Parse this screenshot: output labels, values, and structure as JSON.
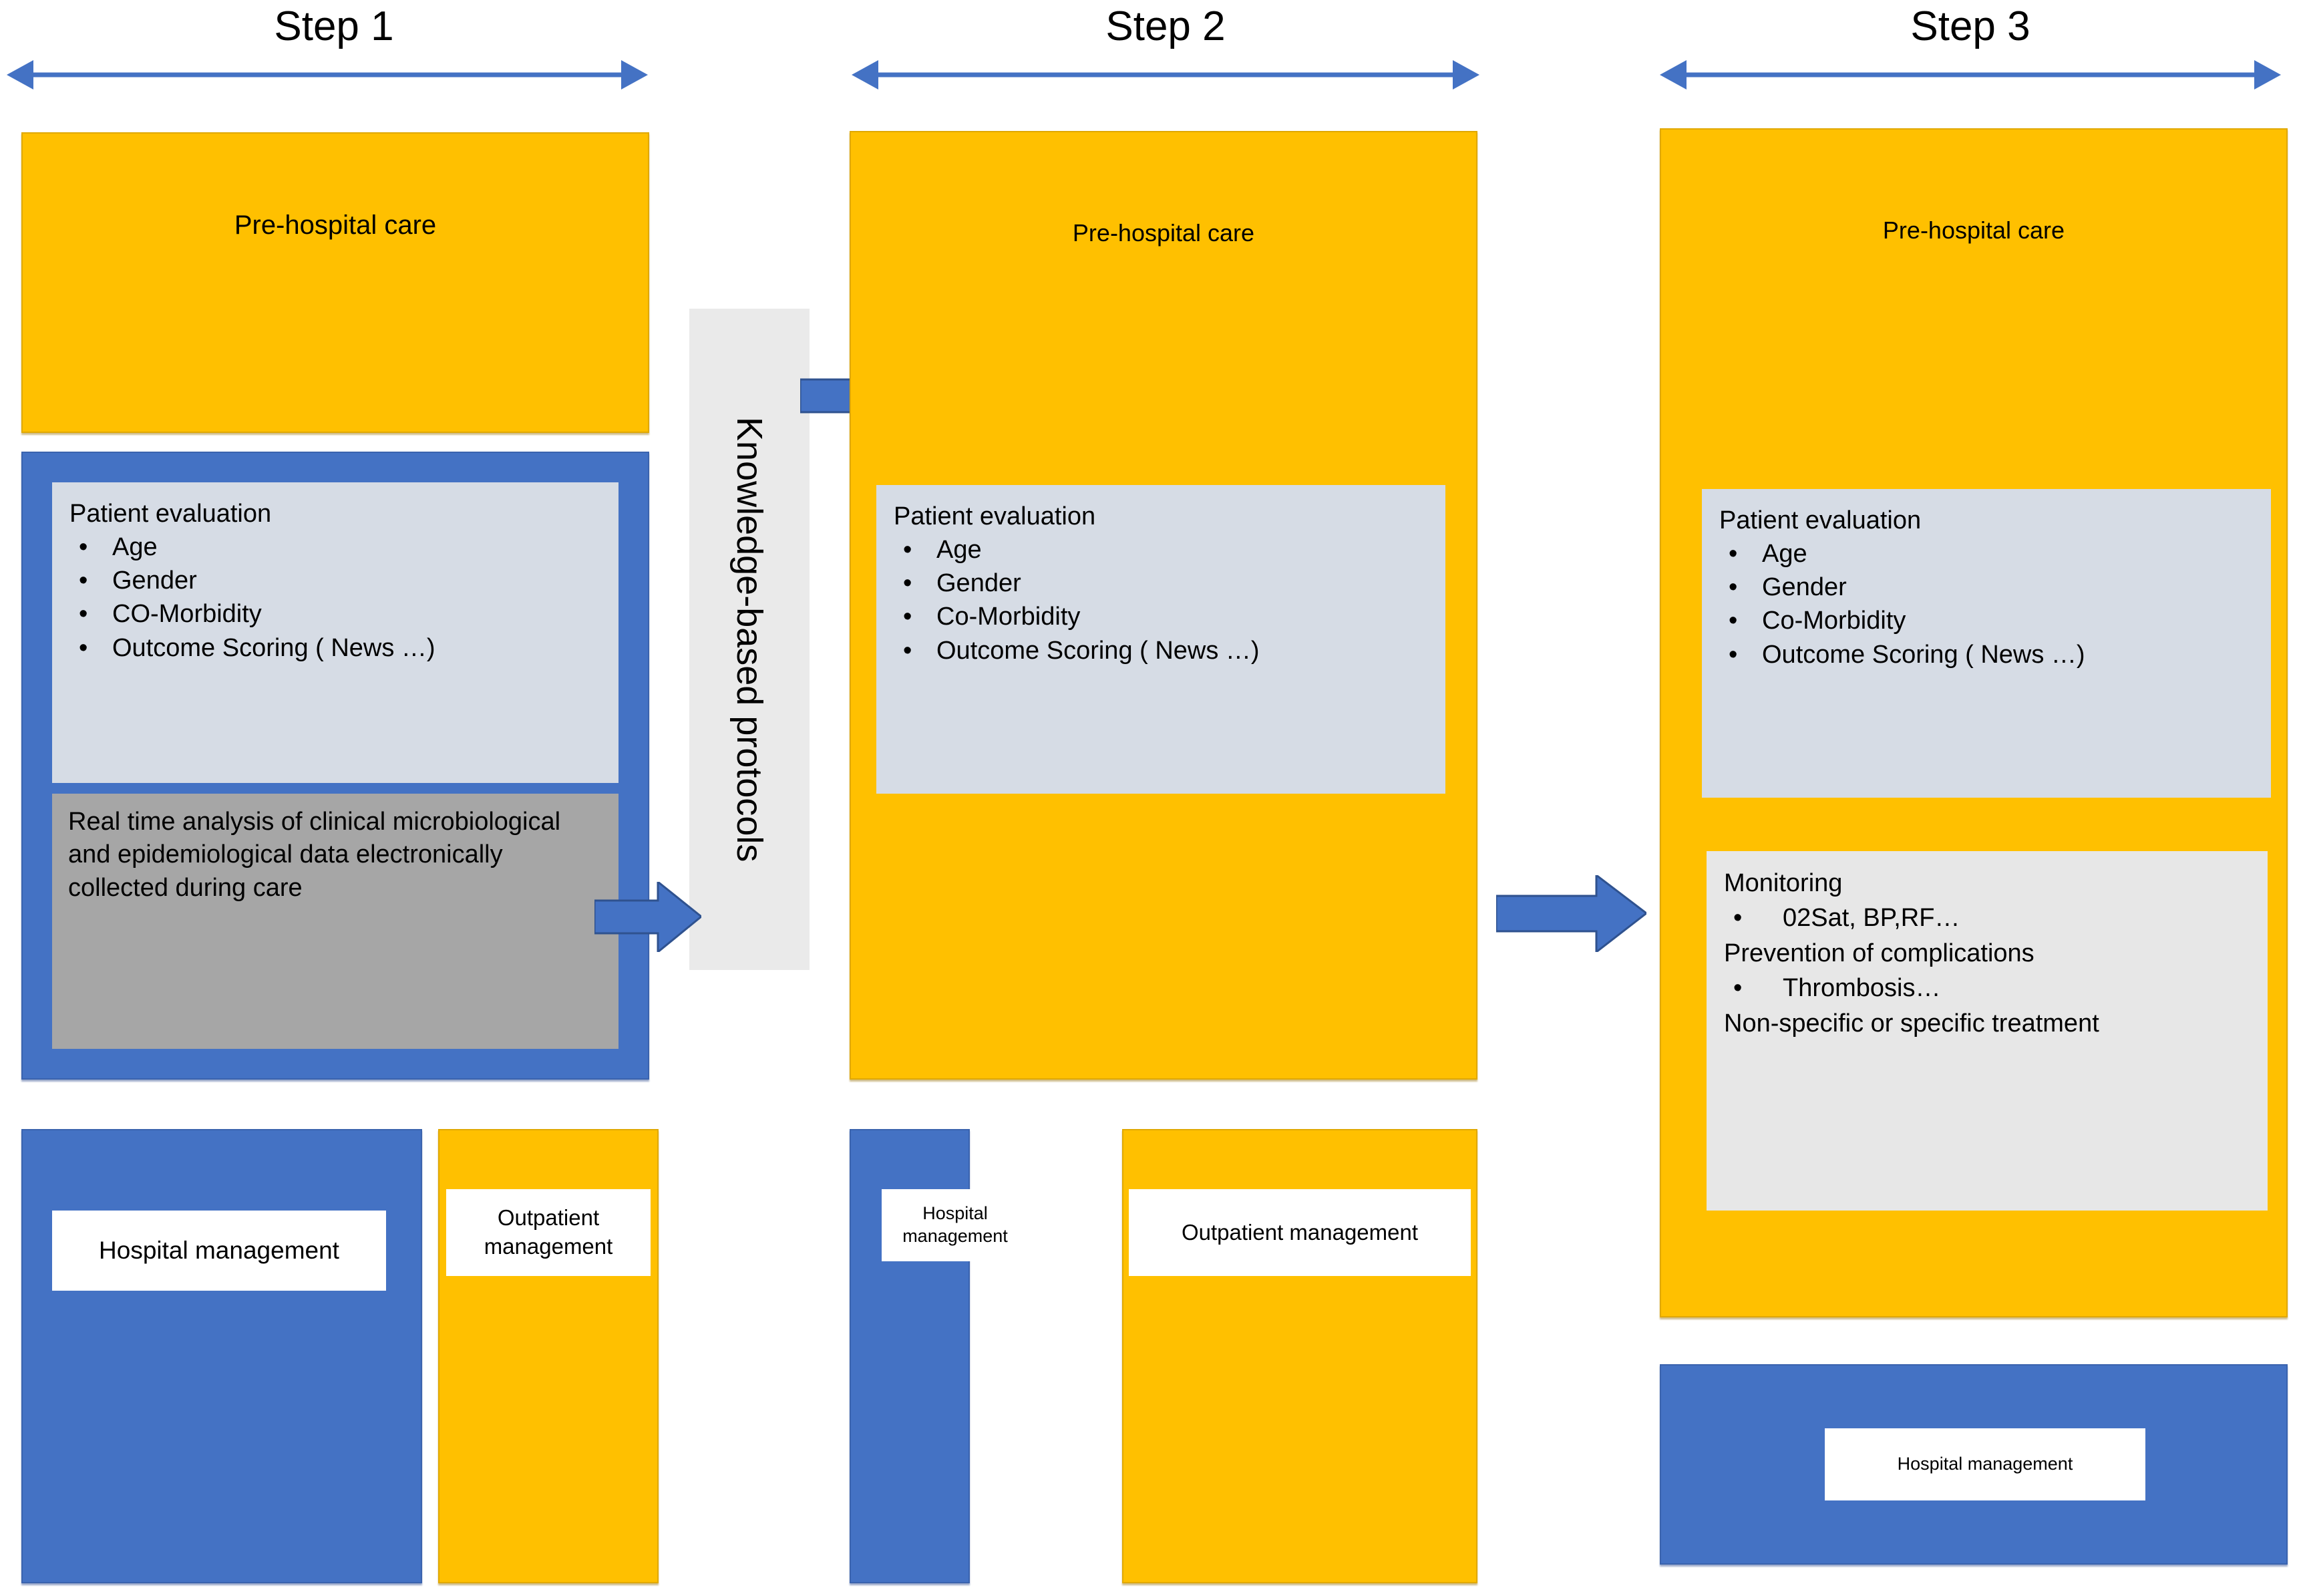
{
  "diagram": {
    "title_note": "Three-step clinical management flow diagram",
    "colors": {
      "yellow": "#FFC000",
      "blue": "#4472C4",
      "light_blue_panel": "#D6DCE5",
      "gray_panel": "#A6A6A6",
      "light_gray_panel": "#E7E7E7",
      "band_gray": "#EAEAEA",
      "white": "#FFFFFF"
    }
  },
  "steps": [
    {
      "id": "step1",
      "label": "Step 1"
    },
    {
      "id": "step2",
      "label": "Step 2"
    },
    {
      "id": "step3",
      "label": "Step 3"
    }
  ],
  "step1": {
    "prehospital_label": "Pre-hospital care",
    "patient_evaluation": {
      "title": "Patient evaluation",
      "items": [
        "Age",
        "Gender",
        "CO-Morbidity",
        "Outcome Scoring ( News …)"
      ]
    },
    "realtime_analysis": "Real time analysis of clinical microbiological and epidemiological data electronically collected during care",
    "hospital_management": "Hospital management",
    "outpatient_management": "Outpatient management"
  },
  "step2": {
    "prehospital_label": "Pre-hospital care",
    "patient_evaluation": {
      "title": "Patient evaluation",
      "items": [
        "Age",
        "Gender",
        "Co-Morbidity",
        "Outcome Scoring ( News …)"
      ]
    },
    "hospital_management": "Hospital management",
    "outpatient_management": "Outpatient management"
  },
  "step3": {
    "prehospital_label": "Pre-hospital care",
    "patient_evaluation": {
      "title": "Patient evaluation",
      "items": [
        "Age",
        "Gender",
        "Co-Morbidity",
        "Outcome Scoring ( News …)"
      ]
    },
    "monitoring": {
      "heading_1": "Monitoring",
      "bullet_1": "02Sat, BP,RF…",
      "heading_2": "Prevention of complications",
      "bullet_2": "Thrombosis…",
      "heading_3": "Non-specific or specific treatment"
    },
    "hospital_management": "Hospital management"
  },
  "connector": {
    "knowledge_band_label": "Knowledge-based protocols",
    "arrow_into_band_name": "arrow-step1-to-protocols",
    "arrow_out_of_band_name": "arrow-protocols-to-step2",
    "arrow_step2_to_step3_name": "arrow-step2-to-step3"
  }
}
